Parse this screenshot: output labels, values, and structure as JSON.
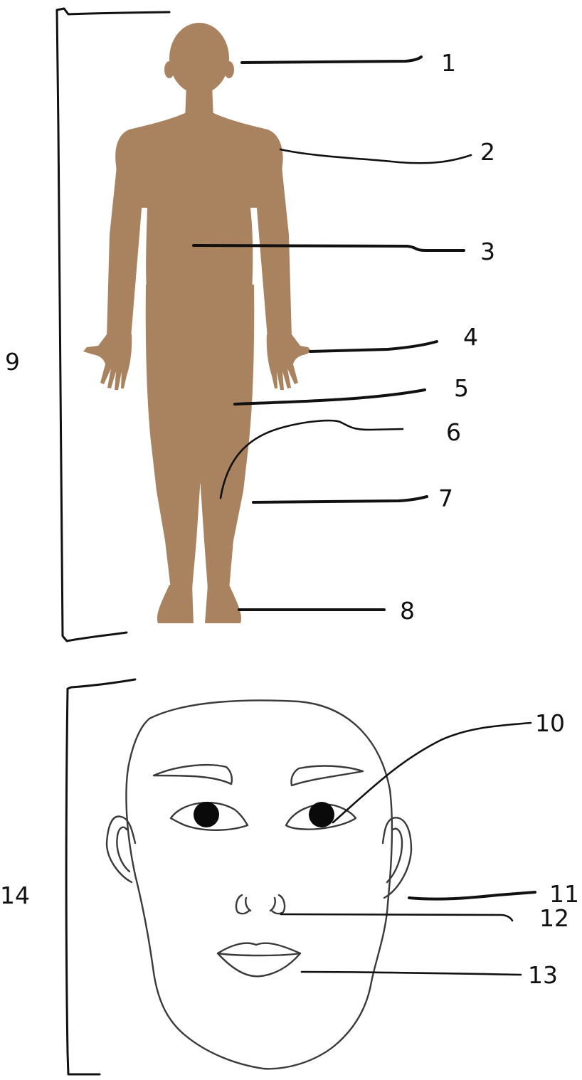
{
  "colors": {
    "body_fill": "#a9835f",
    "line": "#111111",
    "face_line": "#3a3a3a"
  },
  "labels": {
    "l1": "1",
    "l2": "2",
    "l3": "3",
    "l4": "4",
    "l5": "5",
    "l6": "6",
    "l7": "7",
    "l8": "8",
    "l9": "9",
    "l10": "10",
    "l11": "11",
    "l12": "12",
    "l13": "13",
    "l14": "14"
  }
}
